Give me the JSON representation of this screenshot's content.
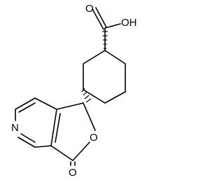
{
  "structure": {
    "atoms": {
      "carboxyl_oxygen": "O",
      "hydroxyl": "OH",
      "ring_oxygen": "O",
      "lactone_oxygen": "O",
      "pyridine_nitrogen": "N"
    }
  }
}
